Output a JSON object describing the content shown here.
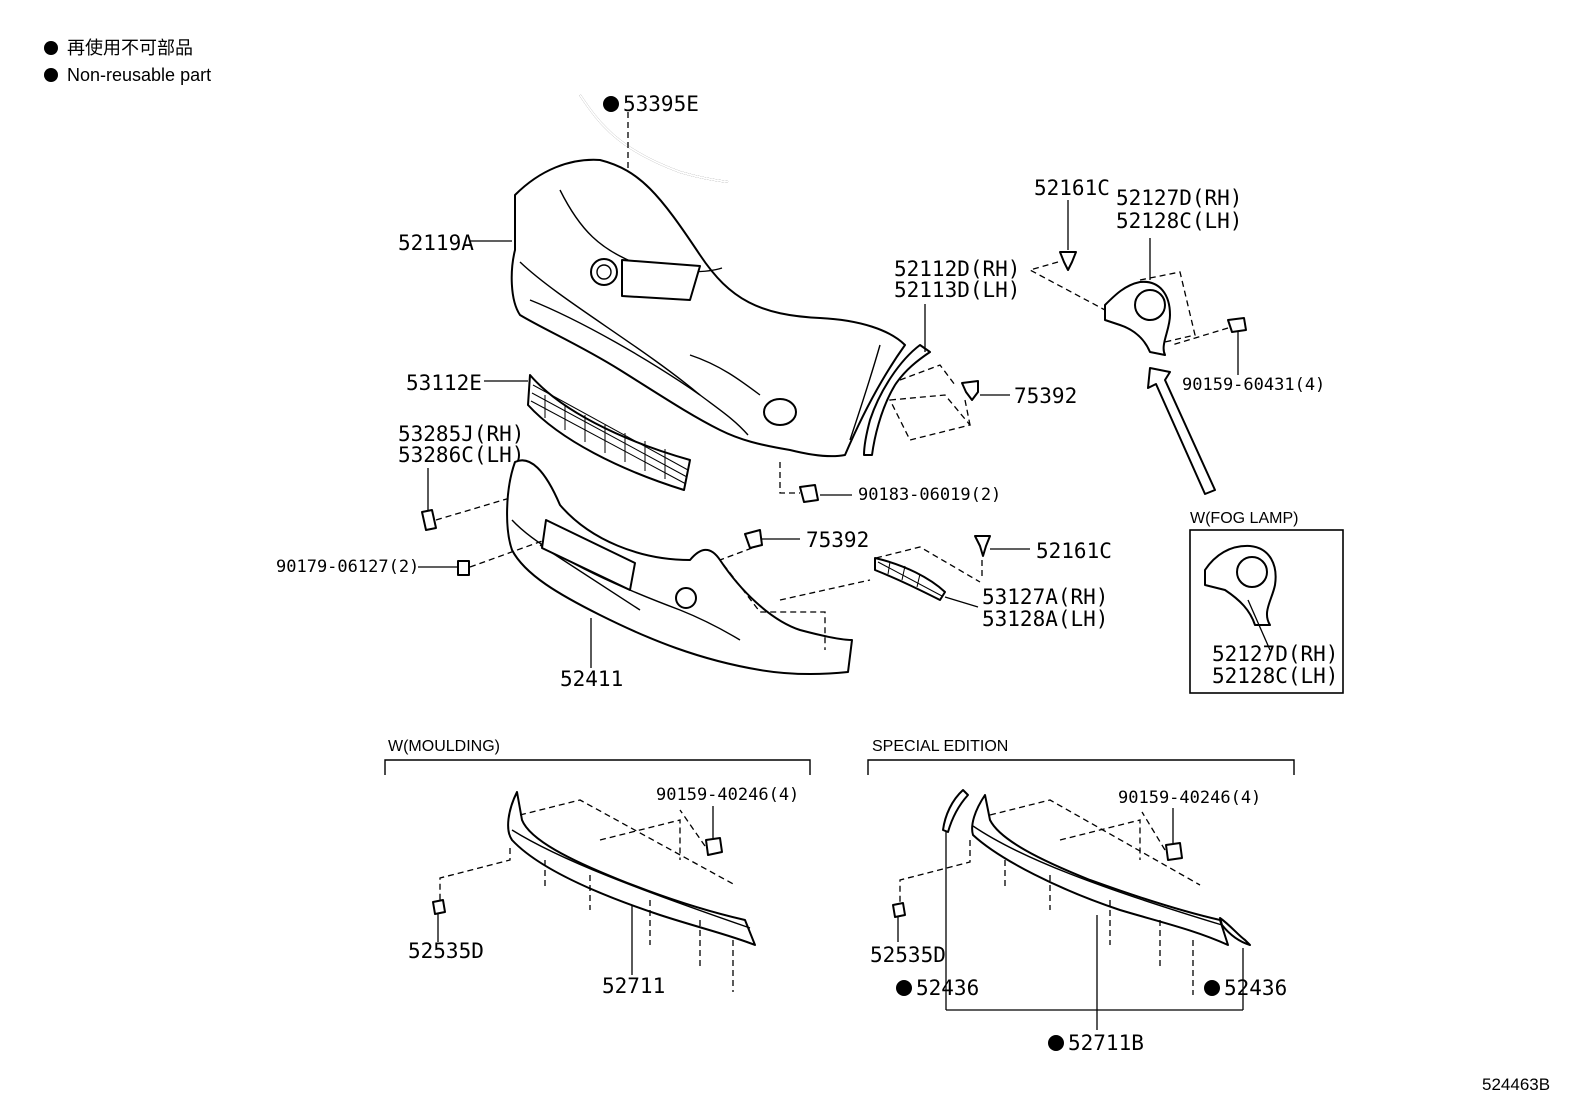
{
  "legend": {
    "items": [
      {
        "text": "再使用不可部品"
      },
      {
        "text": "Non-reusable part"
      }
    ]
  },
  "sections": {
    "fog_lamp": "W(FOG LAMP)",
    "moulding": "W(MOULDING)",
    "special_edition": "SPECIAL EDITION"
  },
  "parts": {
    "p53395E": "53395E",
    "p52119A": "52119A",
    "p52161C_top": "52161C",
    "p52127D_top": "52127D(RH)",
    "p52128C_top": "52128C(LH)",
    "p52112D": "52112D(RH)",
    "p52113D": "52113D(LH)",
    "p53112E": "53112E",
    "p75392_top": "75392",
    "p90159_60431": "90159-60431(4)",
    "p53285J": "53285J(RH)",
    "p53286C": "53286C(LH)",
    "p90183_06019": "90183-06019(2)",
    "p75392_mid": "75392",
    "p52161C_mid": "52161C",
    "p90179_06127": "90179-06127(2)",
    "p53127A": "53127A(RH)",
    "p53128A": "53128A(LH)",
    "p52411": "52411",
    "p52127D_box": "52127D(RH)",
    "p52128C_box": "52128C(LH)",
    "p90159_40246_a": "90159-40246(4)",
    "p52535D_a": "52535D",
    "p52711": "52711",
    "p90159_40246_b": "90159-40246(4)",
    "p52535D_b": "52535D",
    "p52436_l": "52436",
    "p52436_r": "52436",
    "p52711B": "52711B"
  },
  "diagram_id": "524463B"
}
